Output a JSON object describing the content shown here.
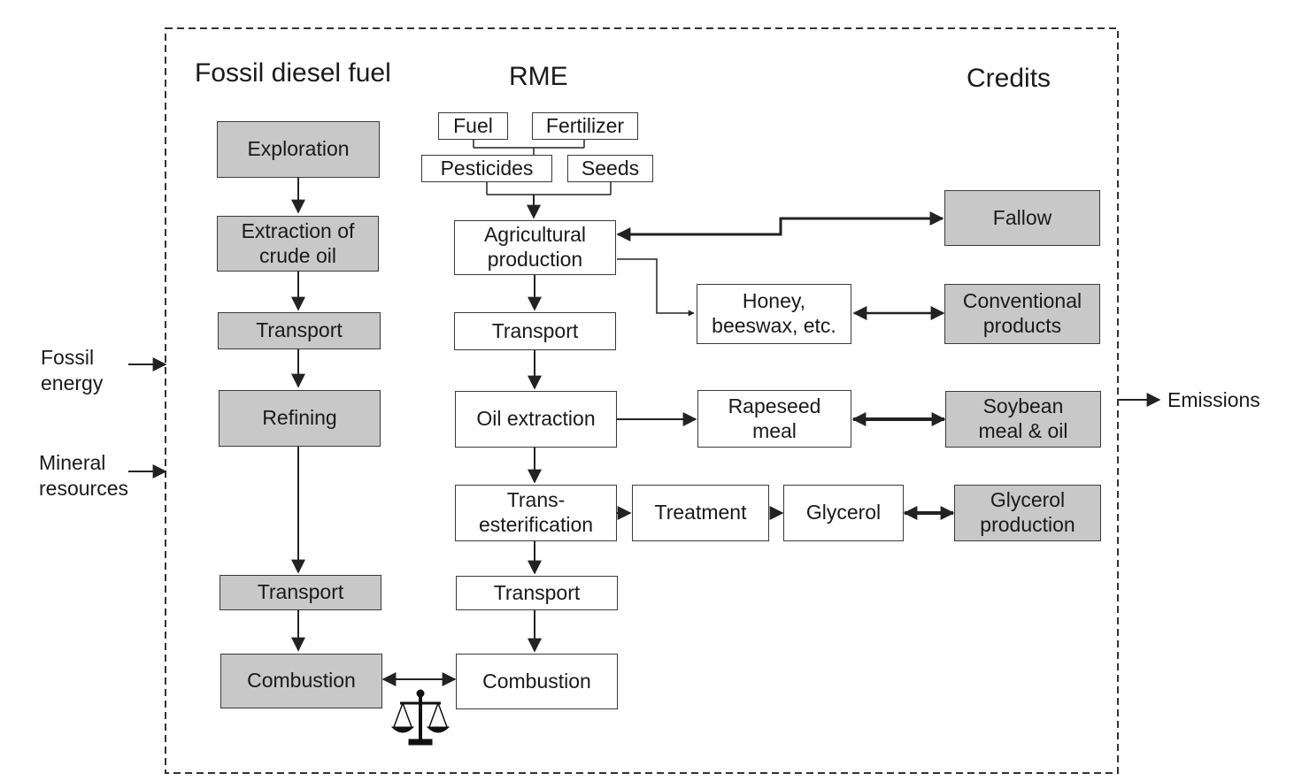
{
  "headings": {
    "fossil": "Fossil diesel fuel",
    "rme": "RME",
    "credits": "Credits"
  },
  "inputs": {
    "fossil_energy": "Fossil\nenergy",
    "mineral_resources": "Mineral\nresources"
  },
  "outputs": {
    "emissions": "Emissions"
  },
  "fossil_chain": {
    "exploration": "Exploration",
    "extraction": "Extraction of\ncrude oil",
    "transport1": "Transport",
    "refining": "Refining",
    "transport2": "Transport",
    "combustion": "Combustion"
  },
  "rme_chain": {
    "fuel": "Fuel",
    "fertilizer": "Fertilizer",
    "pesticides": "Pesticides",
    "seeds": "Seeds",
    "agricultural": "Agricultural\nproduction",
    "transport1": "Transport",
    "oil_extraction": "Oil extraction",
    "transesterification": "Trans-\nesterification",
    "transport2": "Transport",
    "combustion": "Combustion"
  },
  "byproducts": {
    "honey": "Honey,\nbeeswax, etc.",
    "rapeseed_meal": "Rapeseed\nmeal",
    "treatment": "Treatment",
    "glycerol": "Glycerol"
  },
  "credits_chain": {
    "fallow": "Fallow",
    "conventional": "Conventional\nproducts",
    "soybean": "Soybean\nmeal & oil",
    "glycerol_production": "Glycerol\nproduction"
  },
  "colors": {
    "gray_box": "#c8c8c8",
    "line": "#222222"
  },
  "icons": {
    "balance": "balance-scale-icon"
  }
}
